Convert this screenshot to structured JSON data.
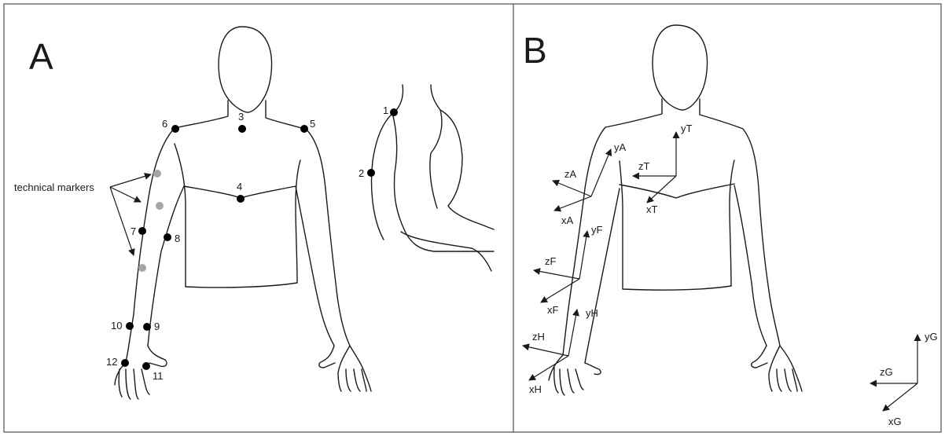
{
  "panels": {
    "a": {
      "letter": "A"
    },
    "b": {
      "letter": "B"
    }
  },
  "markers": {
    "m1": "1",
    "m2": "2",
    "m3": "3",
    "m4": "4",
    "m5": "5",
    "m6": "6",
    "m7": "7",
    "m8": "8",
    "m9": "9",
    "m10": "10",
    "m11": "11",
    "m12": "12"
  },
  "technical_markers_label": "technical markers",
  "axes": {
    "thorax": {
      "y": "yT",
      "z": "zT",
      "x": "xT"
    },
    "upper_arm": {
      "y": "yA",
      "z": "zA",
      "x": "xA"
    },
    "forearm": {
      "y": "yF",
      "z": "zF",
      "x": "xF"
    },
    "hand": {
      "y": "yH",
      "z": "zH",
      "x": "xH"
    },
    "global": {
      "y": "yG",
      "z": "zG",
      "x": "xG"
    }
  },
  "colors": {
    "anatomical_marker": "#000000",
    "technical_marker": "#a6a6a6",
    "line": "#1a1a1a"
  }
}
